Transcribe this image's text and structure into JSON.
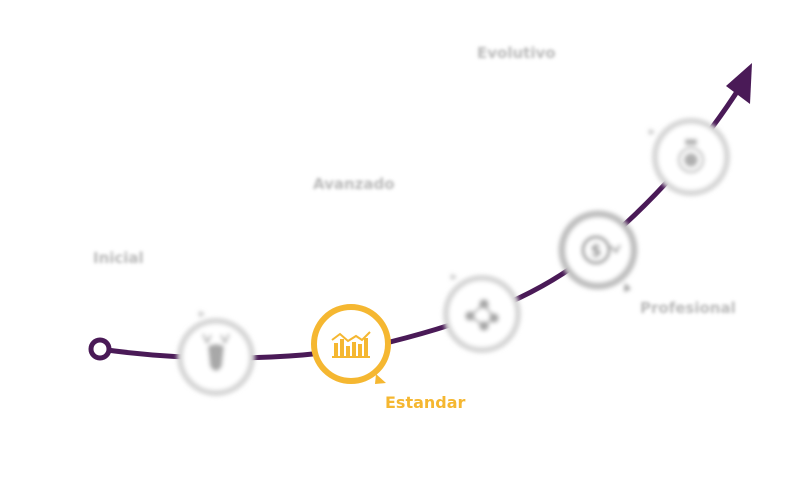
{
  "stages": [
    {
      "id": "inicial",
      "label": "Inicial",
      "icon": "deer-head-icon",
      "active": false
    },
    {
      "id": "estandar",
      "label": "Estandar",
      "icon": "bar-chart-icon",
      "active": true
    },
    {
      "id": "avanzado",
      "label": "Avanzado",
      "icon": "network-nodes-icon",
      "active": false
    },
    {
      "id": "profesional",
      "label": "Profesional",
      "icon": "dollar-cycle-icon",
      "active": false
    },
    {
      "id": "evolutivo",
      "label": "Evolutivo",
      "icon": "stopwatch-icon",
      "active": false
    }
  ],
  "colors": {
    "curve": "#4a1a57",
    "accent": "#f5b731",
    "inactive_ring": "#d6d6d6",
    "inactive_icon": "#a8a8a8",
    "inactive_text": "#b9b9b9"
  }
}
